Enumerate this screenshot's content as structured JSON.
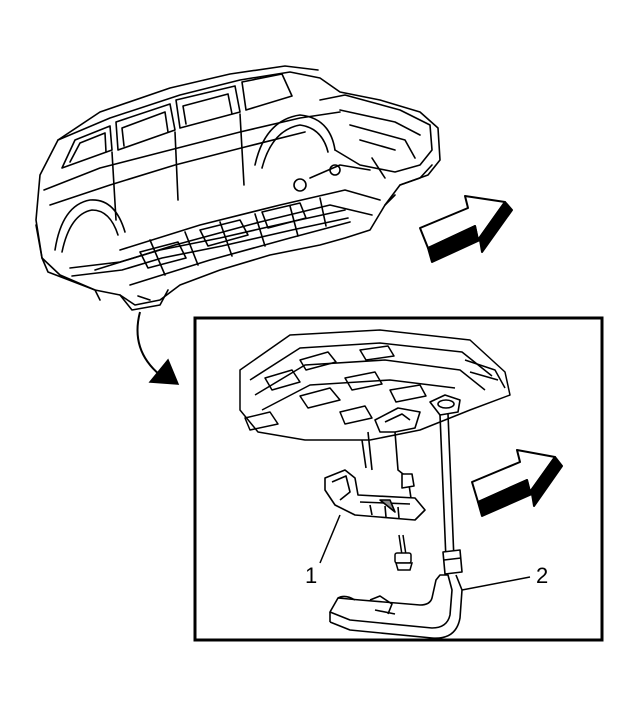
{
  "callouts": [
    {
      "id": "1",
      "label": "1"
    },
    {
      "id": "2",
      "label": "2"
    }
  ],
  "colors": {
    "ink": "#000000",
    "paper": "#ffffff",
    "shade": "#8a8a8a"
  },
  "icons": [
    "direction-arrow",
    "detail-pointer-arrow"
  ]
}
